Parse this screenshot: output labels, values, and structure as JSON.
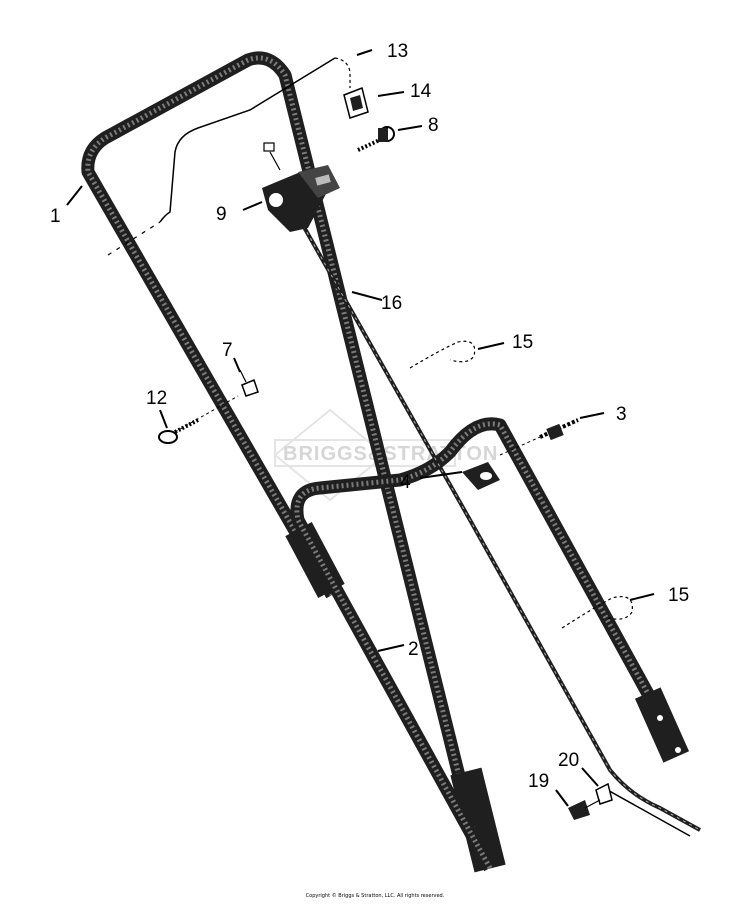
{
  "watermark": "BRIGGS&STRATTON",
  "copyright": "Copyright © Briggs & Stratton, LLC. All rights reserved.",
  "callouts": {
    "c1": "1",
    "c2": "2",
    "c3": "3",
    "c4": "4",
    "c7": "7",
    "c8": "8",
    "c9": "9",
    "c12": "12",
    "c13": "13",
    "c14": "14",
    "c15a": "15",
    "c15b": "15",
    "c16": "16",
    "c19": "19",
    "c20": "20"
  },
  "colors": {
    "line": "#000000",
    "handle_fill": "#1f1f1f",
    "watermark": "#d6d6d6"
  }
}
